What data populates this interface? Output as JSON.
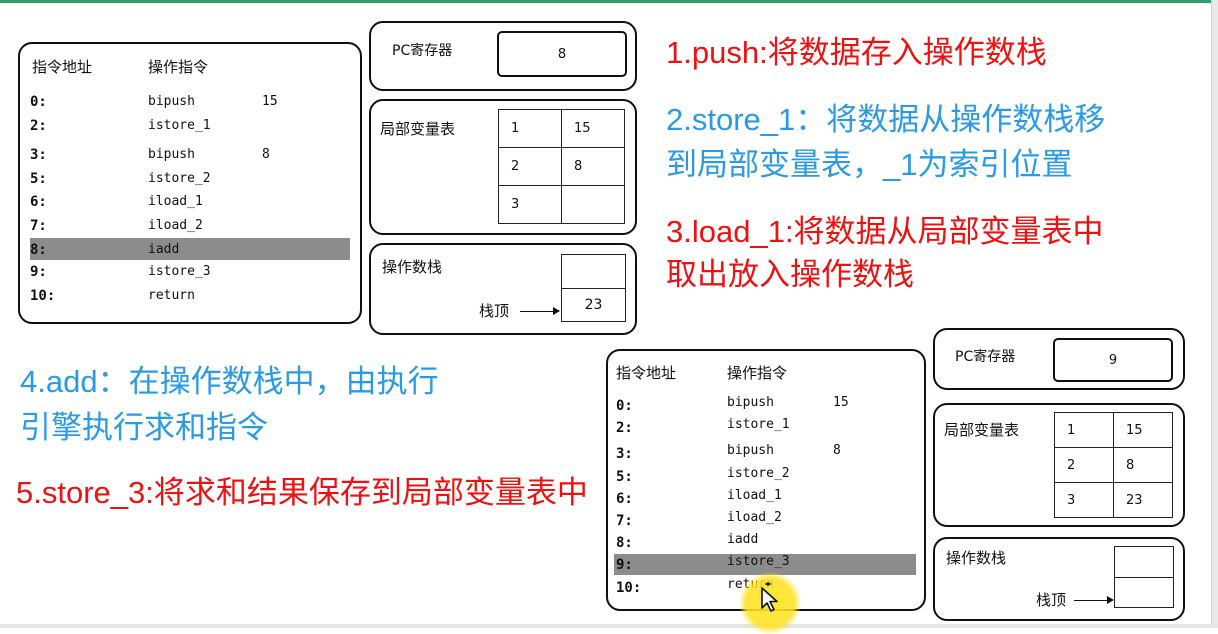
{
  "panel1": {
    "col_addr": "指令地址",
    "col_op": "操作指令",
    "rows": [
      {
        "addr": "0:",
        "op": "bipush",
        "arg": "15"
      },
      {
        "addr": "2:",
        "op": "istore_1",
        "arg": ""
      },
      {
        "addr": "3:",
        "op": "bipush",
        "arg": "8"
      },
      {
        "addr": "5:",
        "op": "istore_2",
        "arg": ""
      },
      {
        "addr": "6:",
        "op": "iload_1",
        "arg": ""
      },
      {
        "addr": "7:",
        "op": "iload_2",
        "arg": ""
      },
      {
        "addr": "8:",
        "op": "iadd",
        "arg": ""
      },
      {
        "addr": "9:",
        "op": "istore_3",
        "arg": ""
      },
      {
        "addr": "10:",
        "op": "return",
        "arg": ""
      }
    ],
    "highlight_row": 6,
    "pc_label": "PC寄存器",
    "pc_value": "8",
    "locals_label": "局部变量表",
    "locals": [
      [
        "1",
        "15"
      ],
      [
        "2",
        "8"
      ],
      [
        "3",
        ""
      ]
    ],
    "stack_label": "操作数栈",
    "stack_top_label": "栈顶",
    "stack_cells": [
      "",
      "23"
    ]
  },
  "panel2": {
    "col_addr": "指令地址",
    "col_op": "操作指令",
    "rows": [
      {
        "addr": "0:",
        "op": "bipush",
        "arg": "15"
      },
      {
        "addr": "2:",
        "op": "istore_1",
        "arg": ""
      },
      {
        "addr": "3:",
        "op": "bipush",
        "arg": "8"
      },
      {
        "addr": "5:",
        "op": "istore_2",
        "arg": ""
      },
      {
        "addr": "6:",
        "op": "iload_1",
        "arg": ""
      },
      {
        "addr": "7:",
        "op": "iload_2",
        "arg": ""
      },
      {
        "addr": "8:",
        "op": "iadd",
        "arg": ""
      },
      {
        "addr": "9:",
        "op": "istore_3",
        "arg": ""
      },
      {
        "addr": "10:",
        "op": "return",
        "arg": ""
      }
    ],
    "highlight_row": 7,
    "pc_label": "PC寄存器",
    "pc_value": "9",
    "locals_label": "局部变量表",
    "locals": [
      [
        "1",
        "15"
      ],
      [
        "2",
        "8"
      ],
      [
        "3",
        "23"
      ]
    ],
    "stack_label": "操作数栈",
    "stack_top_label": "栈顶",
    "stack_cells": [
      "",
      ""
    ]
  },
  "notes": {
    "n1": "1.push:将数据存入操作数栈",
    "n2a": "2.store_1：将数据从操作数栈移",
    "n2b": "到局部变量表，_1为索引位置",
    "n3a": "3.load_1:将数据从局部变量表中",
    "n3b": "取出放入操作数栈",
    "n4a": "4.add：在操作数栈中，由执行",
    "n4b": "引擎执行求和指令",
    "n5": "5.store_3:将求和结果保存到局部变量表中"
  },
  "colors": {
    "red": "#ee1111",
    "blue": "#2b9ae6",
    "highlight": "#8c8c8c",
    "accent": "#2e9e6a"
  },
  "icons": [
    "mouse-cursor-icon"
  ]
}
